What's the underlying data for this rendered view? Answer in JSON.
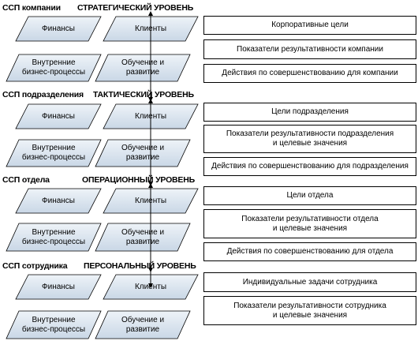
{
  "levels": [
    {
      "unit": "ССП компании",
      "level_name": "СТРАТЕГИЧЕСКИЙ УРОВЕНЬ",
      "perspectives": {
        "finance": "Финансы",
        "clients": "Клиенты",
        "processes": "Внутренние\nбизнес-процессы",
        "learning": "Обучение и\nразвитие"
      },
      "boxes": [
        "Корпоративные цели",
        "Показатели результативности компании",
        "Действия по совершенствованию для компании"
      ]
    },
    {
      "unit": "ССП подразделения",
      "level_name": "ТАКТИЧЕСКИЙ УРОВЕНЬ",
      "perspectives": {
        "finance": "Финансы",
        "clients": "Клиенты",
        "processes": "Внутренние\nбизнес-процессы",
        "learning": "Обучение и\nразвитие"
      },
      "boxes": [
        "Цели подразделения",
        "Показатели результативности подразделения\nи целевые значения",
        "Действия по совершенствованию для подразделения"
      ]
    },
    {
      "unit": "ССП отдела",
      "level_name": "ОПЕРАЦИОННЫЙ УРОВЕНЬ",
      "perspectives": {
        "finance": "Финансы",
        "clients": "Клиенты",
        "processes": "Внутренние\nбизнес-процессы",
        "learning": "Обучение и\nразвитие"
      },
      "boxes": [
        "Цели отдела",
        "Показатели результативности отдела\nи целевые значения",
        "Действия по совершенствованию для отдела"
      ]
    },
    {
      "unit": "ССП сотрудника",
      "level_name": "ПЕРСОНАЛЬНЫЙ УРОВЕНЬ",
      "perspectives": {
        "finance": "Финансы",
        "clients": "Клиенты",
        "processes": "Внутренние\nбизнес-процессы",
        "learning": "Обучение и\nразвитие"
      },
      "boxes": [
        "Индивидуальные задачи сотрудника",
        "Показатели результативности сотрудника\nи целевые значения"
      ]
    }
  ]
}
